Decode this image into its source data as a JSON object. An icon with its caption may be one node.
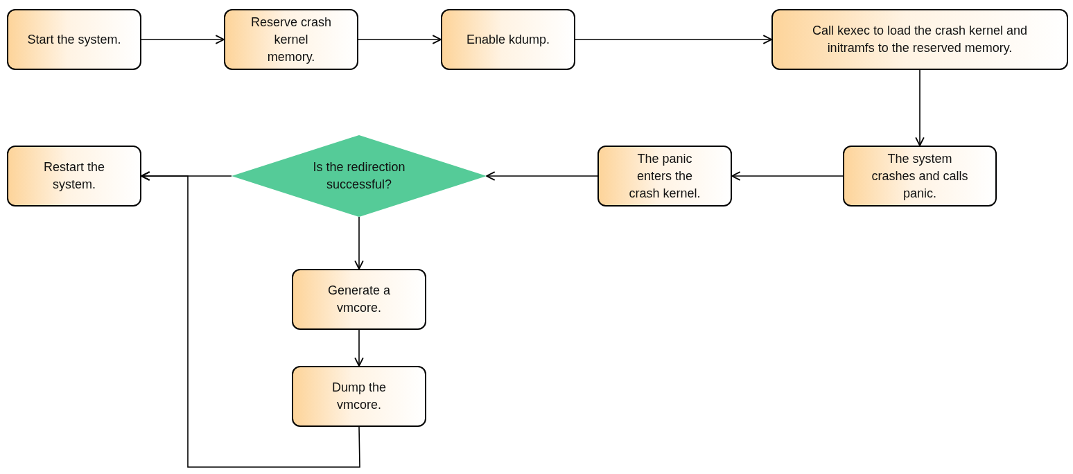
{
  "diagram": {
    "nodes": [
      {
        "text": [
          "Start the system."
        ]
      },
      {
        "text": [
          "Reserve crash kernel memory."
        ]
      },
      {
        "text": [
          "Enable kdump."
        ]
      },
      {
        "text": [
          "Call kexec to load the crash kernel and initramfs to the reserved memory."
        ]
      },
      {
        "text": [
          "The system crashes and calls panic."
        ]
      },
      {
        "text": [
          "The panic enters the crash kernel."
        ]
      },
      {
        "text": [
          "Is the redirection successful?"
        ]
      },
      {
        "text": [
          "Restart the system."
        ]
      },
      {
        "text": [
          "Generate a vmcore."
        ]
      },
      {
        "text": [
          "Dump the vmcore."
        ]
      }
    ],
    "edges": [
      {
        "from": 0,
        "to": 1,
        "arrow": "to"
      },
      {
        "from": 1,
        "to": 2,
        "arrow": "to"
      },
      {
        "from": 2,
        "to": 3,
        "arrow": "to"
      },
      {
        "from": 3,
        "to": 4,
        "arrow": "to"
      },
      {
        "from": 4,
        "to": 5,
        "arrow": "to"
      },
      {
        "from": 5,
        "to": 6,
        "arrow": "to"
      },
      {
        "from": 6,
        "to": 7,
        "arrow": "to"
      },
      {
        "from": 6,
        "to": 8,
        "arrow": "to"
      },
      {
        "from": 8,
        "to": 9,
        "arrow": "to"
      },
      {
        "from": 9,
        "to": 7,
        "arrow": "to"
      }
    ]
  }
}
